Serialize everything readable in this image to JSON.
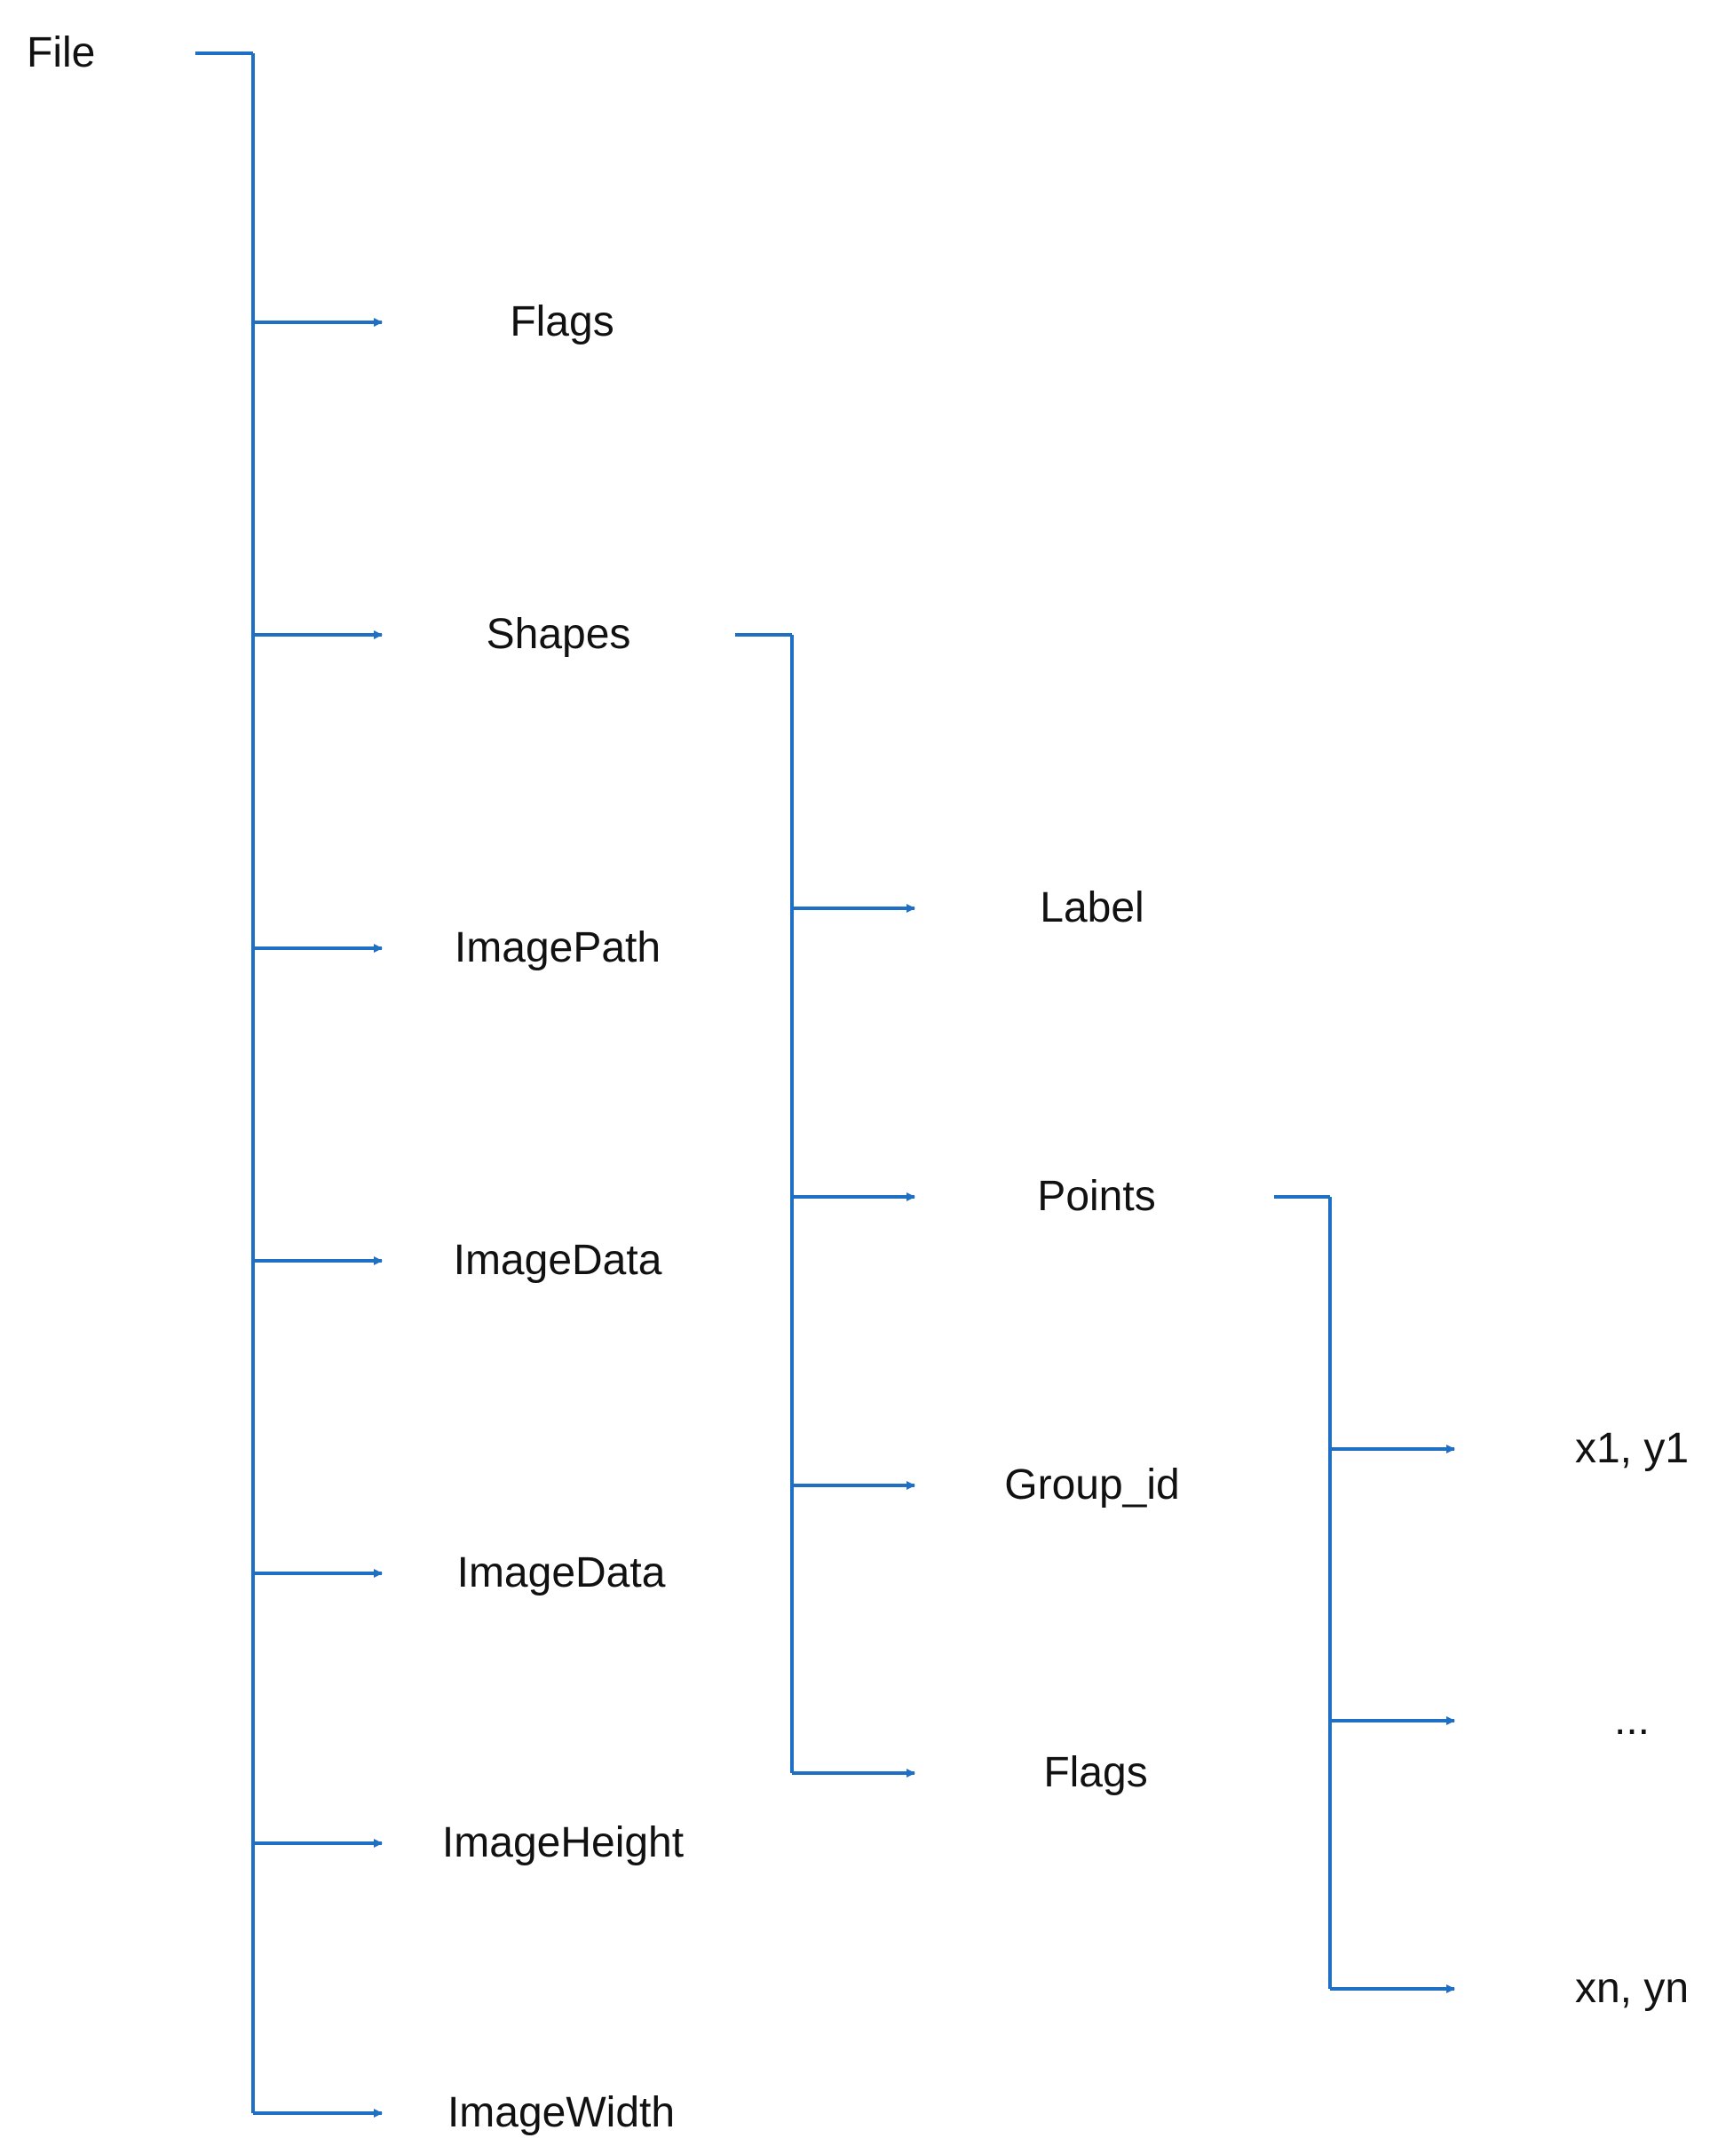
{
  "diagram": {
    "line_color": "#1f6fc5",
    "text_color": "#111111",
    "root": {
      "id": "file",
      "label": "File"
    },
    "file_children": [
      {
        "id": "flags",
        "label": "Flags"
      },
      {
        "id": "shapes",
        "label": "Shapes"
      },
      {
        "id": "imagepath",
        "label": "ImagePath"
      },
      {
        "id": "imagedata",
        "label": "ImageData"
      },
      {
        "id": "imagedata-2",
        "label": "ImageData"
      },
      {
        "id": "imageheight",
        "label": "ImageHeight"
      },
      {
        "id": "imagewidth",
        "label": "ImageWidth"
      }
    ],
    "shapes_children": [
      {
        "id": "label",
        "label": "Label"
      },
      {
        "id": "points",
        "label": "Points"
      },
      {
        "id": "group-id",
        "label": "Group_id"
      },
      {
        "id": "shape-flags",
        "label": "Flags"
      }
    ],
    "points_children": [
      {
        "id": "point-first",
        "label": "x1, y1"
      },
      {
        "id": "point-ellipsis",
        "label": "..."
      },
      {
        "id": "point-last",
        "label": "xn, yn"
      }
    ]
  }
}
